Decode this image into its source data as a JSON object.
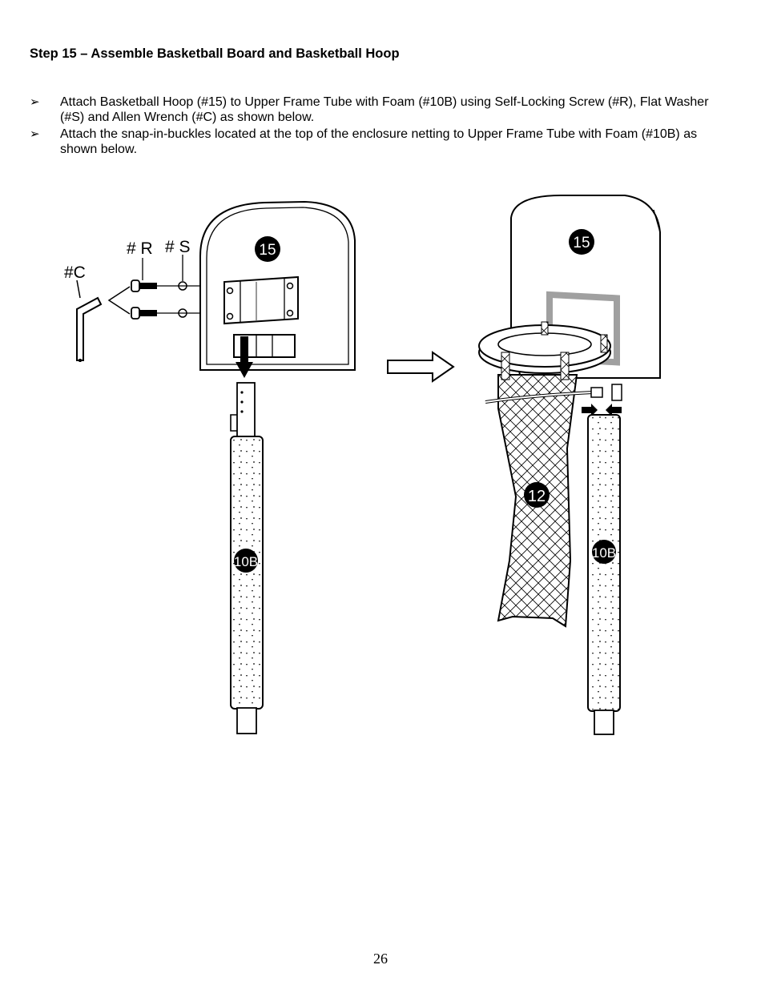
{
  "heading": "Step 15 – Assemble Basketball Board and Basketball Hoop",
  "bullets": [
    {
      "marker": "➢",
      "text": "Attach Basketball Hoop (#15) to Upper Frame Tube with Foam (#10B) using Self-Locking Screw (#R), Flat Washer (#S) and Allen Wrench (#C) as shown below."
    },
    {
      "marker": "➢",
      "text": "Attach the snap-in-buckles located at the top of the enclosure netting to Upper Frame Tube with Foam (#10B) as shown below."
    }
  ],
  "figure": {
    "left": {
      "label_c": "#C",
      "label_r": "# R",
      "label_s": "# S",
      "board_badge": "15",
      "tube_badge": "10B"
    },
    "right": {
      "board_badge": "15",
      "net_badge": "12",
      "tube_badge": "10B"
    }
  },
  "page_number": "26"
}
